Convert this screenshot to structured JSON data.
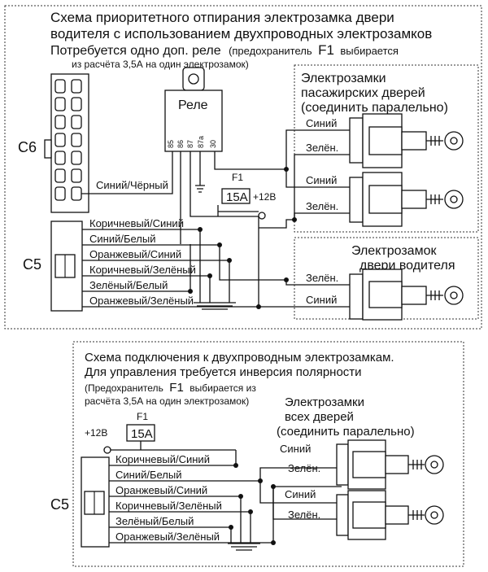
{
  "top": {
    "title_line1": "Схема приоритетного отпирания электрозамка двери",
    "title_line2": "водителя с использованием двухпроводных электрозамков",
    "title_line3_a": "Потребуется одно доп. реле",
    "title_line3_b": "(предохранитель",
    "title_line3_f1": "F1",
    "title_line3_c": "выбирается",
    "title_line4": "из расчёта 3,5А на один электрозамок)",
    "relay_label": "Реле",
    "relay_pins": [
      "85",
      "86",
      "87",
      "87a",
      "30"
    ],
    "connector_c6": "C6",
    "connector_c5": "C5",
    "wire_c6": "Синий/Чёрный",
    "fuse_label": "F1",
    "fuse_value": "15A",
    "supply": "+12В",
    "c5_wires": [
      "Коричневый/Синий",
      "Синий/Белый",
      "Оранжевый/Синий",
      "Коричневый/Зелёный",
      "Зелёный/Белый",
      "Оранжевый/Зелёный"
    ],
    "passenger_box_line1": "Электрозамки",
    "passenger_box_line2": "пасажирских дверей",
    "passenger_box_line3": "(соединить паралельно)",
    "driver_box_line1": "Электрозамок",
    "driver_box_line2": "двери водителя",
    "blue": "Синий",
    "green": "Зелён."
  },
  "bottom": {
    "title_line1": "Схема подключения к двухпроводным электрозамкам.",
    "title_line2": "Для управления требуется инверсия полярности",
    "note_line1_a": "(Предохранитель",
    "note_line1_f1": "F1",
    "note_line1_b": "выбирается из",
    "note_line2": "расчёта 3,5А на один электрозамок)",
    "supply": "+12В",
    "fuse_label": "F1",
    "fuse_value": "15A",
    "connector_c5": "C5",
    "c5_wires": [
      "Коричневый/Синий",
      "Синий/Белый",
      "Оранжевый/Синий",
      "Коричневый/Зелёный",
      "Зелёный/Белый",
      "Оранжевый/Зелёный"
    ],
    "locks_line1": "Электрозамки",
    "locks_line2": "всех дверей",
    "locks_line3": "(соединить паралельно)",
    "blue": "Синий",
    "green": "Зелён."
  }
}
